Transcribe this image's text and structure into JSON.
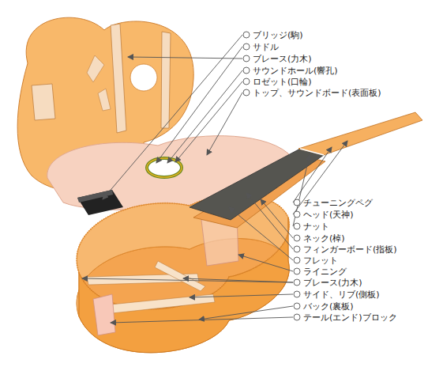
{
  "diagram": {
    "labels": [
      "ブリッジ(駒)",
      "サドル",
      "ブレース(力木)",
      "サウンドホール(響孔)",
      "ロゼット(口輪)",
      "トップ、サウンドボード(表面板)",
      "チューニングペグ",
      "ヘッド(天神)",
      "ナット",
      "ネック(棹)",
      "フィンガーボード(指板)",
      "フレット",
      "ライニング",
      "ブレース(力木)",
      "サイド、リブ(側板)",
      "バック(裏板)",
      "テール(エンド)ブロック"
    ]
  }
}
